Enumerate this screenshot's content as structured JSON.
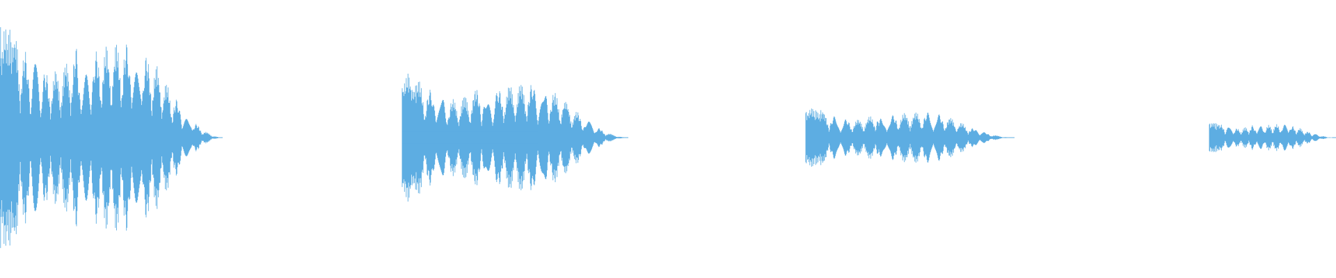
{
  "waveform": {
    "color": "#5DADE2",
    "background": "#ffffff",
    "samples": [
      {
        "label": "",
        "peak_amplitude": 1.0
      },
      {
        "label": "",
        "peak_amplitude": 0.58
      },
      {
        "label": "",
        "peak_amplitude": 0.27
      },
      {
        "label": "",
        "peak_amplitude": 0.14
      }
    ]
  }
}
